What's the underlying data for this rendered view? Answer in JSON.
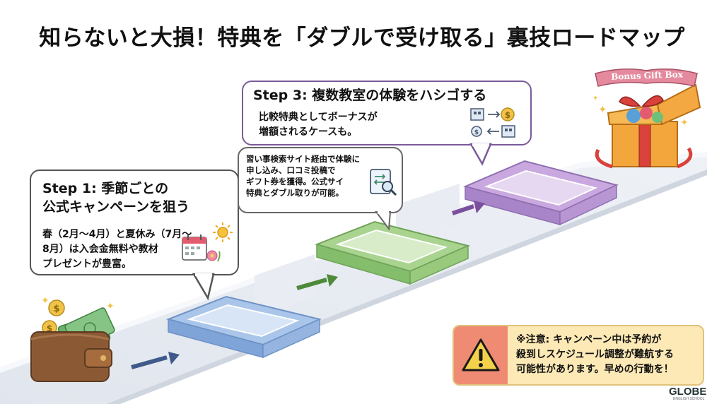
{
  "title": "知らないと大損！特典を「ダブルで受け取る」裏技ロードマップ",
  "step1": {
    "heading_line1": "Step 1: 季節ごとの",
    "heading_line2": "公式キャンペーンを狙う",
    "body_line1": "春（2月〜4月）と夏休み（7月〜",
    "body_line2": "8月）は入会金無料や教材",
    "body_line3": "プレゼントが豊富。"
  },
  "step2": {
    "line1": "習い事検索サイト経由で体験に",
    "line2": "申し込み、口コミ投稿で",
    "line3": "ギフト券を獲得。公式サイ",
    "line4": "特典とダブル取りが可能。"
  },
  "step3": {
    "heading": "Step 3: 複数教室の体験をハシゴする",
    "body_line1": "比較特典としてボーナスが",
    "body_line2": "増額されるケースも。"
  },
  "gift_box": {
    "label": "Bonus Gift Box"
  },
  "warning": {
    "line1": "※注意: キャンペーン中は予約が",
    "line2": "殺到しスケジュール調整が難航する",
    "line3": "可能性があります。早めの行動を！"
  },
  "logo": {
    "text": "GLOBE",
    "subtext": "ENGLISH SCHOOL"
  },
  "colors": {
    "step1_block": "#a9c6ea",
    "step2_block": "#a9d48f",
    "step3_block": "#c9a8e0",
    "road": "#e7ebf2",
    "warning_bg": "#fde9b5",
    "warning_icon_bg": "#ef8a73",
    "arrow": "#3f5a8a"
  }
}
